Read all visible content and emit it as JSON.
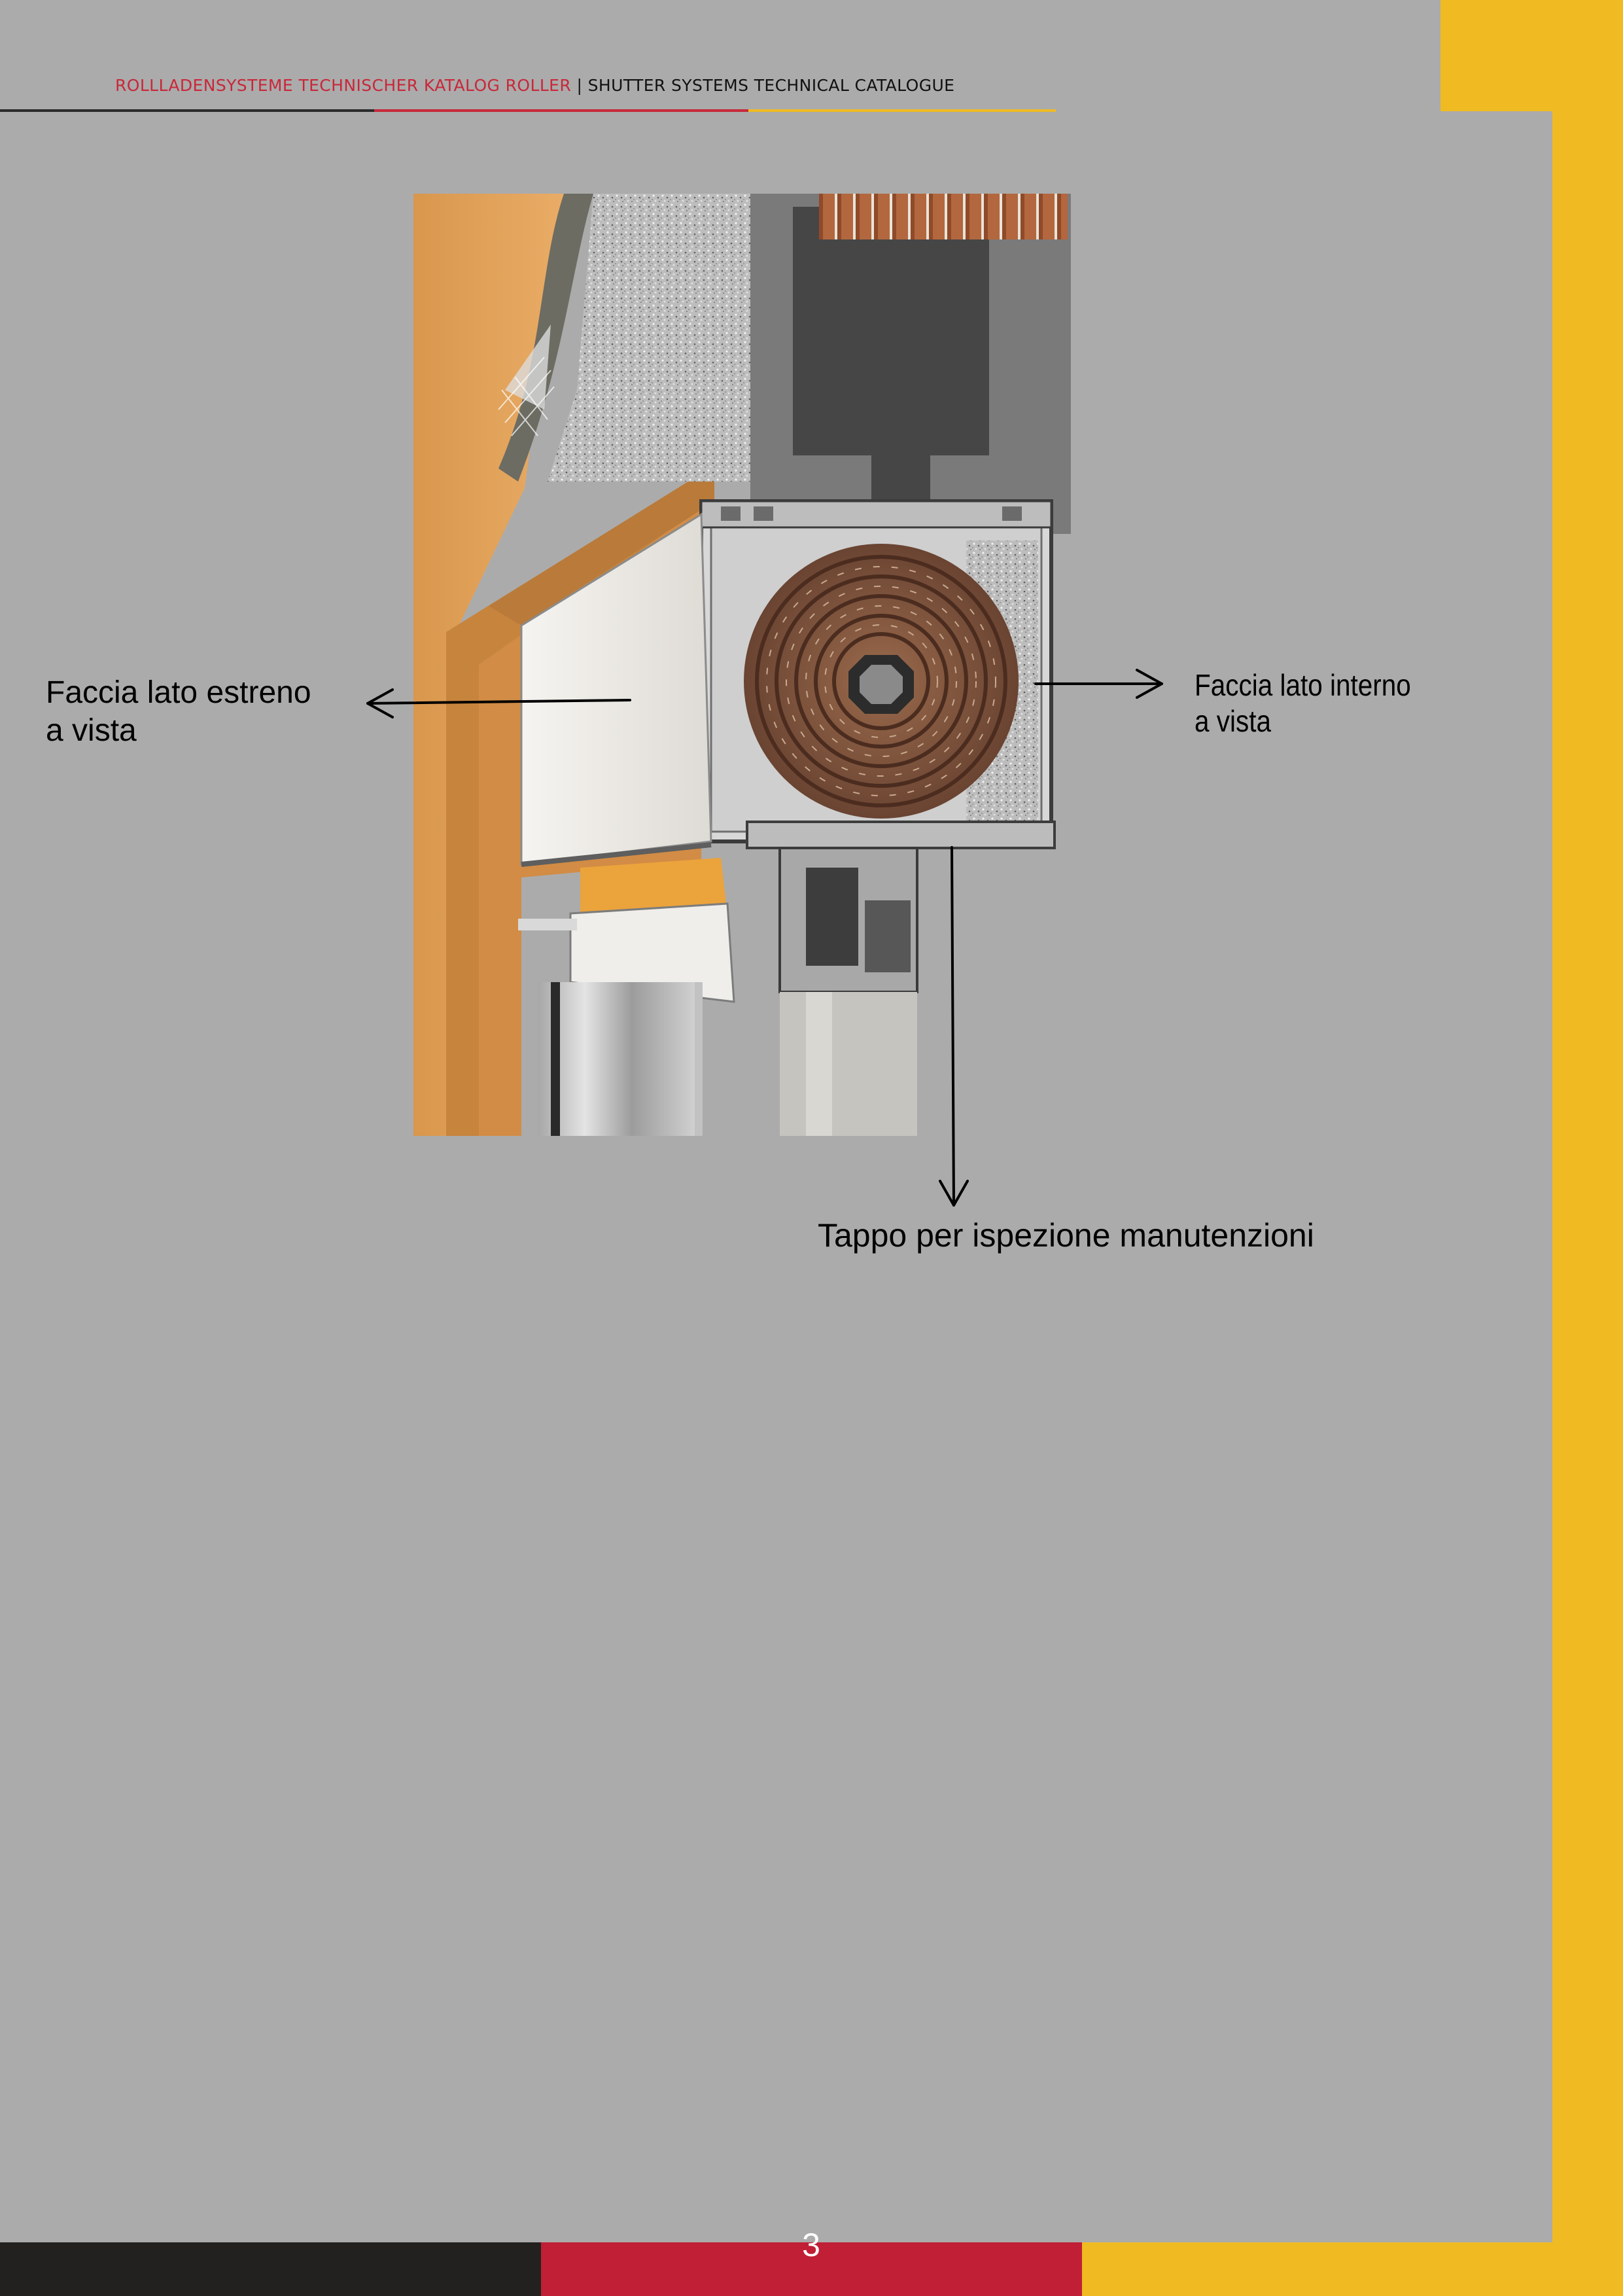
{
  "header": {
    "title_primary": "ROLLLADENSYSTEME TECHNISCHER KATALOG ROLLER",
    "title_secondary": " | SHUTTER SYSTEMS TECHNICAL CATALOGUE"
  },
  "callouts": {
    "external_face": {
      "line1": "Faccia lato estreno",
      "line2": "a vista"
    },
    "internal_face": {
      "line1": "Faccia lato interno",
      "line2": "a vista"
    },
    "inspection_cap": {
      "line1": "Tappo per ispezione manutenzioni"
    }
  },
  "footer": {
    "page_number": "3"
  },
  "colors": {
    "background": "#ababab",
    "accent_yellow": "#f0bb22",
    "accent_red": "#c01f36",
    "accent_dark": "#222120"
  }
}
